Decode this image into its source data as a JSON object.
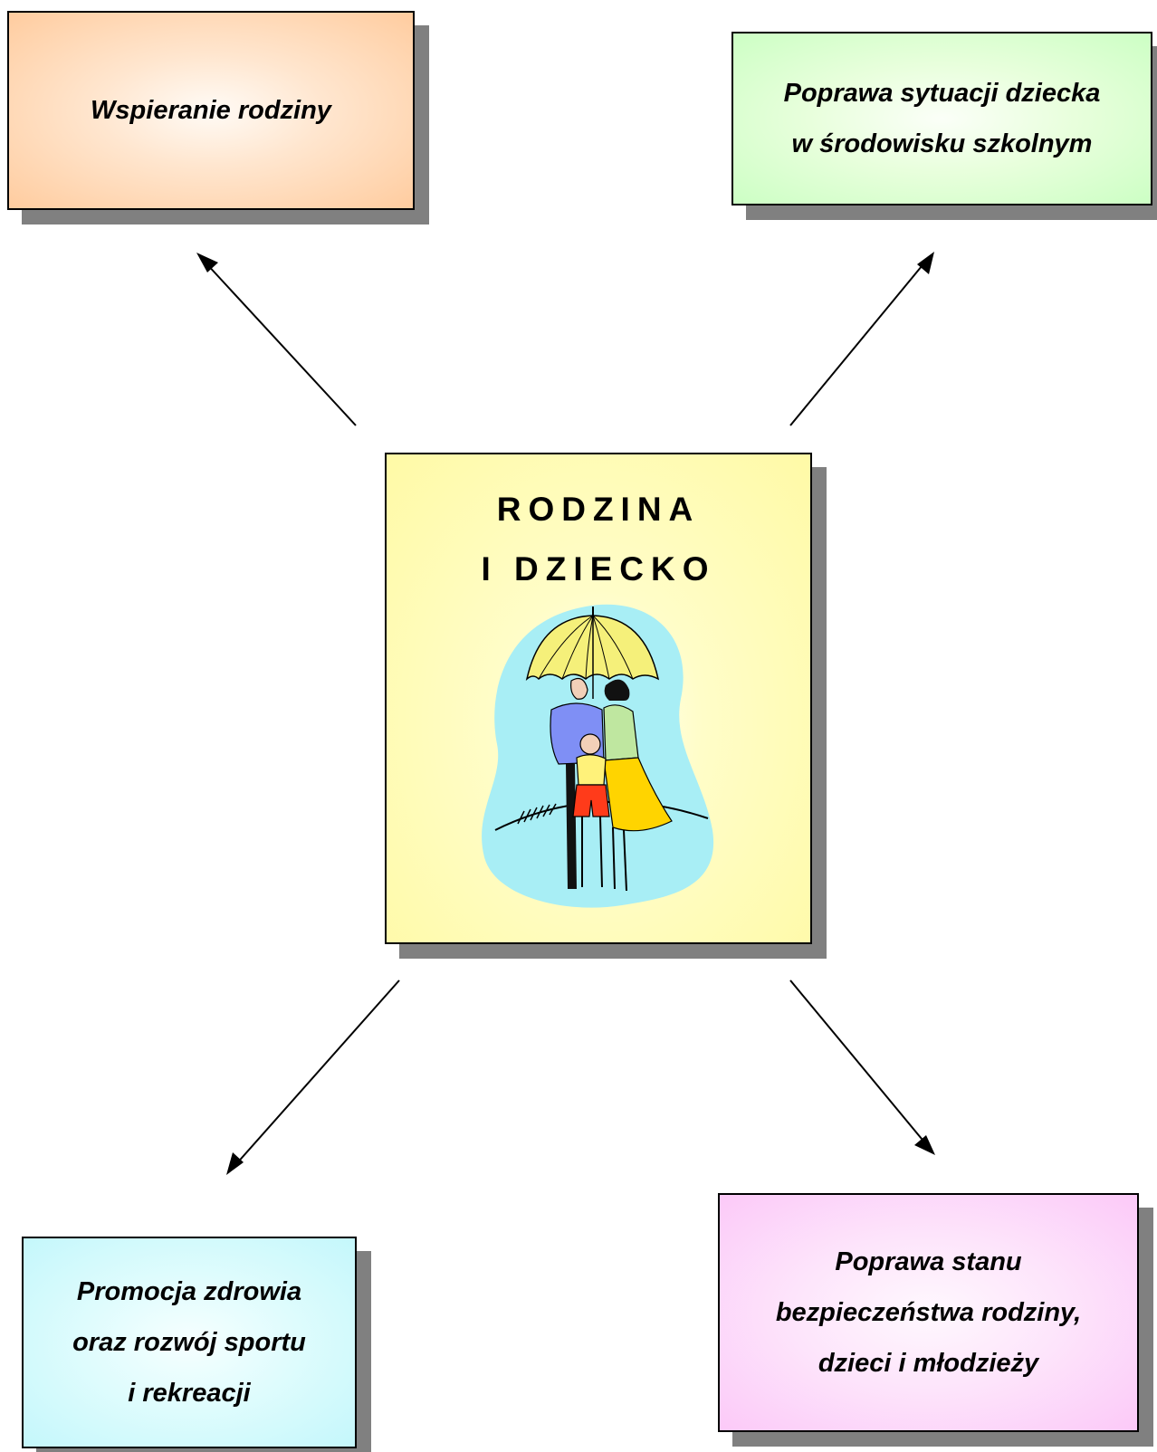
{
  "center": {
    "title_line1": "RODZINA",
    "title_line2": "I DZIECKO",
    "illustration": "family-under-umbrella"
  },
  "boxes": {
    "top_left": {
      "lines": [
        "Wspieranie rodziny"
      ],
      "color": "#ffcc9f"
    },
    "top_right": {
      "lines": [
        "Poprawa sytuacji dziecka",
        "w środowisku szkolnym"
      ],
      "color": "#ccffc4"
    },
    "bottom_left": {
      "lines": [
        "Promocja zdrowia",
        "oraz rozwój sportu",
        "i rekreacji"
      ],
      "color": "#c4f7fb"
    },
    "bottom_right": {
      "lines": [
        "Poprawa stanu",
        "bezpieczeństwa rodziny,",
        "dzieci i młodzieży"
      ],
      "color": "#fcc9f8"
    }
  },
  "colors": {
    "shadow": "#808080",
    "center_fill": "#fffaa6",
    "umbrella": "#f5f07a",
    "sky_blob": "#a8eef5"
  }
}
